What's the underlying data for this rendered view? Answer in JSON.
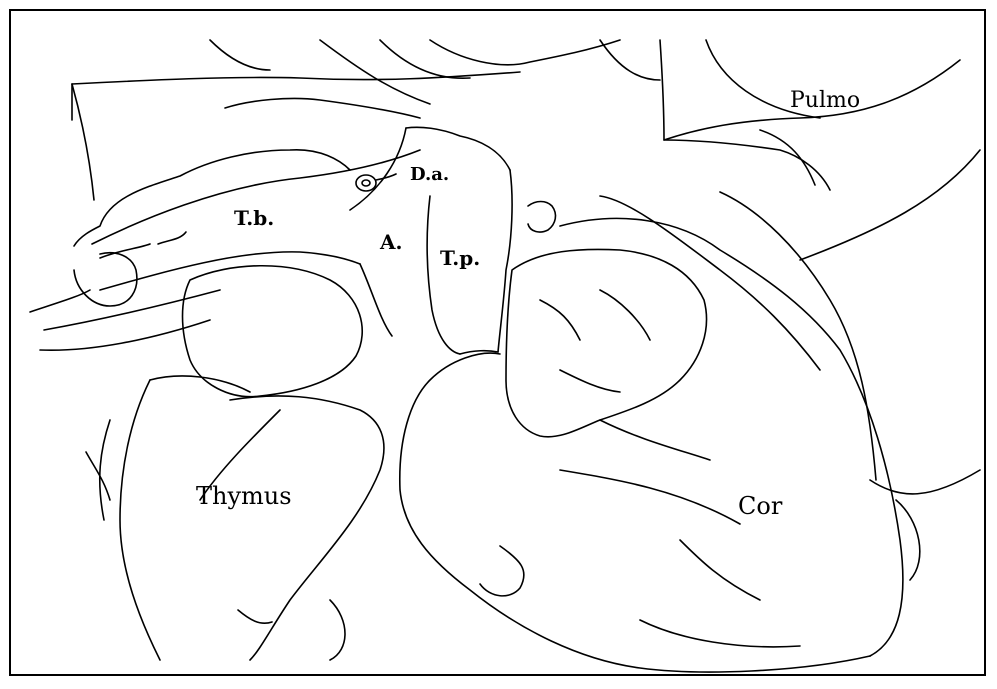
{
  "labels": {
    "pulmo": "Pulmo",
    "da": "D.a.",
    "tb": "T.b.",
    "a": "A.",
    "tp": "T.p.",
    "thymus": "Thymus",
    "cor": "Cor"
  },
  "colors": {
    "line": "#000000",
    "background": "#ffffff"
  }
}
